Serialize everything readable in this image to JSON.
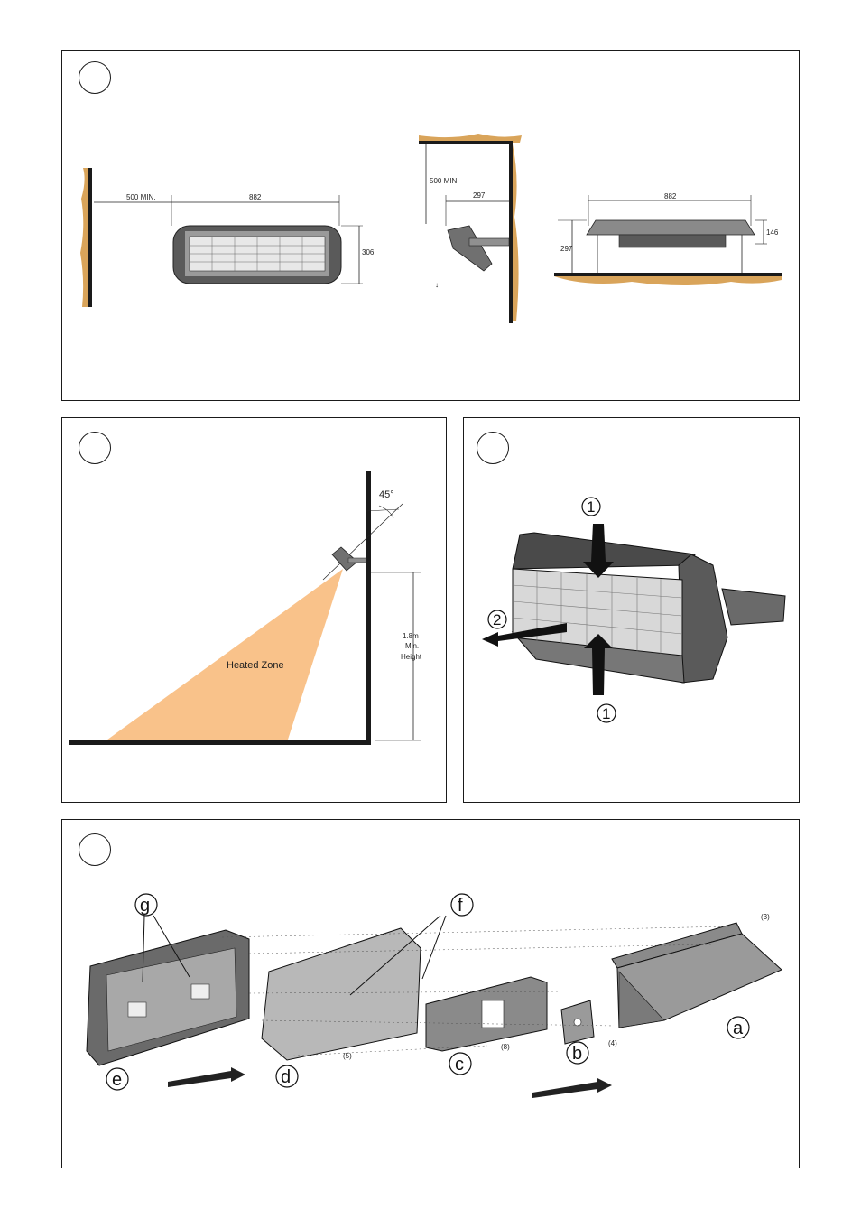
{
  "panel1": {
    "dims": {
      "side_gap": "500 MIN.",
      "width_front": "882",
      "height_front": "306",
      "ceiling_gap": "500 MIN.",
      "bracket": "297",
      "width_top": "882",
      "depth_top": "146",
      "height_side": "297"
    }
  },
  "panel2": {
    "angle": "45°",
    "height_line1": "1.8m",
    "height_line2": "Min.",
    "height_line3": "Height",
    "zone": "Heated Zone"
  },
  "panel3": {
    "marker_top": "1",
    "marker_side": "2",
    "marker_bottom": "1"
  },
  "panel4": {
    "parts": {
      "a": "a",
      "b": "b",
      "c": "c",
      "d": "d",
      "e": "e",
      "f": "f",
      "g": "g"
    },
    "screws": {
      "s3": "(3)",
      "s4": "(4)",
      "s5": "(5)",
      "s8": "(8)"
    }
  },
  "colors": {
    "wall": "#d9a45a",
    "heated_zone": "#f9c28a",
    "outline": "#1a1a1a",
    "heater_body": "#6e6e6e"
  }
}
